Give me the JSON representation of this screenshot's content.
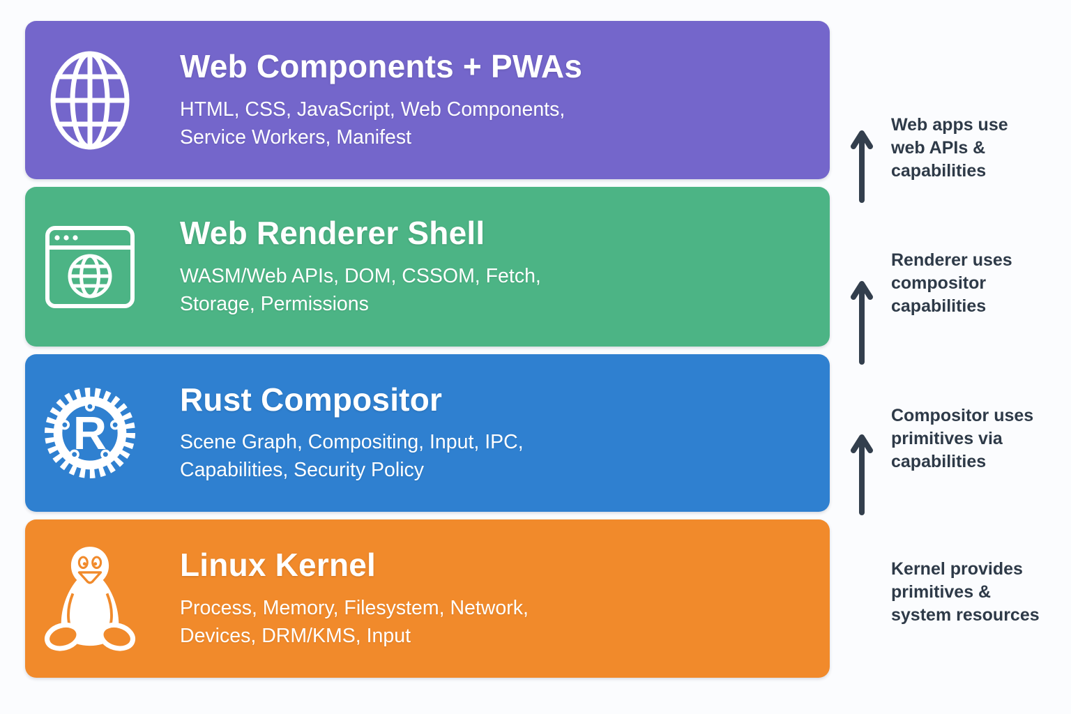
{
  "page": {
    "background_color": "#fbfcfe"
  },
  "stack": {
    "layers": [
      {
        "title": "Web Components + PWAs",
        "subtitle": "HTML, CSS, JavaScript, Web Components,\nService Workers, Manifest",
        "color": "#7466cb",
        "icon": "globe-icon"
      },
      {
        "title": "Web Renderer Shell",
        "subtitle": "WASM/Web APIs, DOM, CSSOM, Fetch,\nStorage, Permissions",
        "color": "#4cb485",
        "icon": "browser-window-icon"
      },
      {
        "title": "Rust Compositor",
        "subtitle": "Scene Graph, Compositing, Input, IPC,\nCapabilities, Security Policy",
        "color": "#2f80d0",
        "icon": "rust-gear-logo-icon",
        "logo_letter": "R"
      },
      {
        "title": "Linux Kernel",
        "subtitle": "Process, Memory, Filesystem, Network,\nDevices, DRM/KMS, Input",
        "color": "#f18a2b",
        "icon": "tux-penguin-icon"
      }
    ]
  },
  "annotations": {
    "text_color": "#2e3a48",
    "arrow_color": "#333f4d",
    "items": [
      {
        "label": "Web apps use\nweb APIs &\ncapabilities",
        "has_arrow": true
      },
      {
        "label": "Renderer uses\ncompositor\ncapabilities",
        "has_arrow": true
      },
      {
        "label": "Compositor uses\nprimitives via\ncapabilities",
        "has_arrow": true
      },
      {
        "label": "Kernel provides\nprimitives &\nsystem resources",
        "has_arrow": false
      }
    ]
  }
}
